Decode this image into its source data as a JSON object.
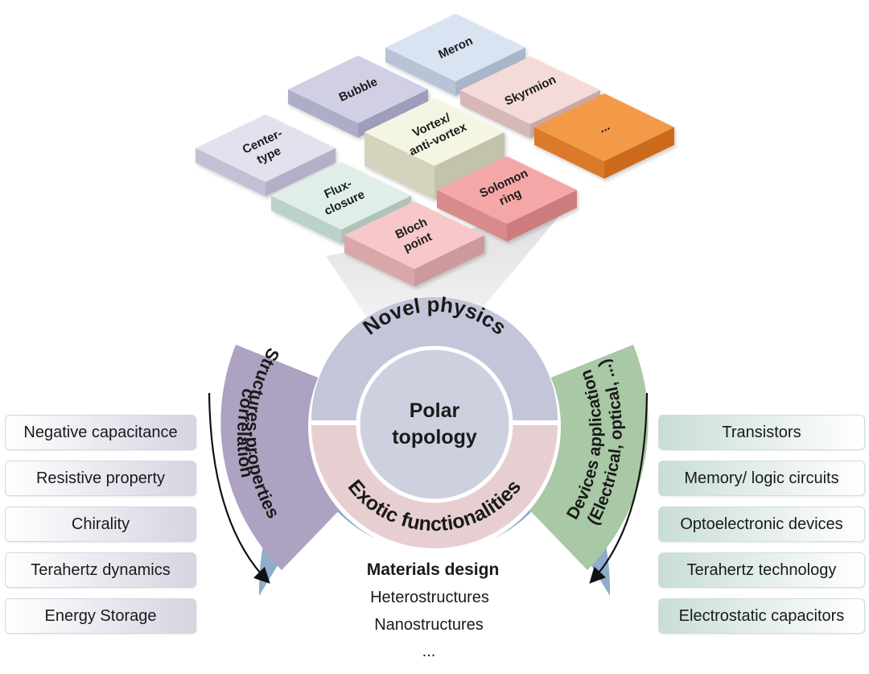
{
  "tiles": {
    "meron": [
      "Meron"
    ],
    "bubble": [
      "Bubble"
    ],
    "skyrmion": [
      "Skyrmion"
    ],
    "vortex": [
      "Vortex/",
      "anti-vortex"
    ],
    "ellipsis": [
      "..."
    ],
    "center_type": [
      "Center-",
      "type"
    ],
    "flux_closure": [
      "Flux-",
      "closure"
    ],
    "solomon_ring": [
      "Solomon",
      "ring"
    ],
    "bloch_point": [
      "Bloch",
      "point"
    ]
  },
  "core": {
    "novel_physics": "Novel physics",
    "polar": "Polar",
    "topology": "topology",
    "exotic": "Exotic functionalities"
  },
  "arcs": {
    "left_line1": "Structures-properties",
    "left_line2": "correlation",
    "right_line1": "Devices application",
    "right_line2": "(Electrical, optical, ...)"
  },
  "materials": {
    "title": "Materials design",
    "items": [
      "Heterostructures",
      "Nanostructures",
      "..."
    ]
  },
  "left_list": [
    "Negative capacitance",
    "Resistive property",
    "Chirality",
    "Terahertz dynamics",
    "Energy Storage"
  ],
  "right_list": [
    "Transistors",
    "Memory/ logic circuits",
    "Optoelectronic devices",
    "Terahertz technology",
    "Electrostatic capacitors"
  ],
  "colors": {
    "novel": "#c3c6d9",
    "exotic": "#e7cfd1",
    "core": "#cdd1df",
    "left_arc": "#ada2c1",
    "right_arc": "#a9c8a5",
    "materials": "#8fadcb"
  }
}
